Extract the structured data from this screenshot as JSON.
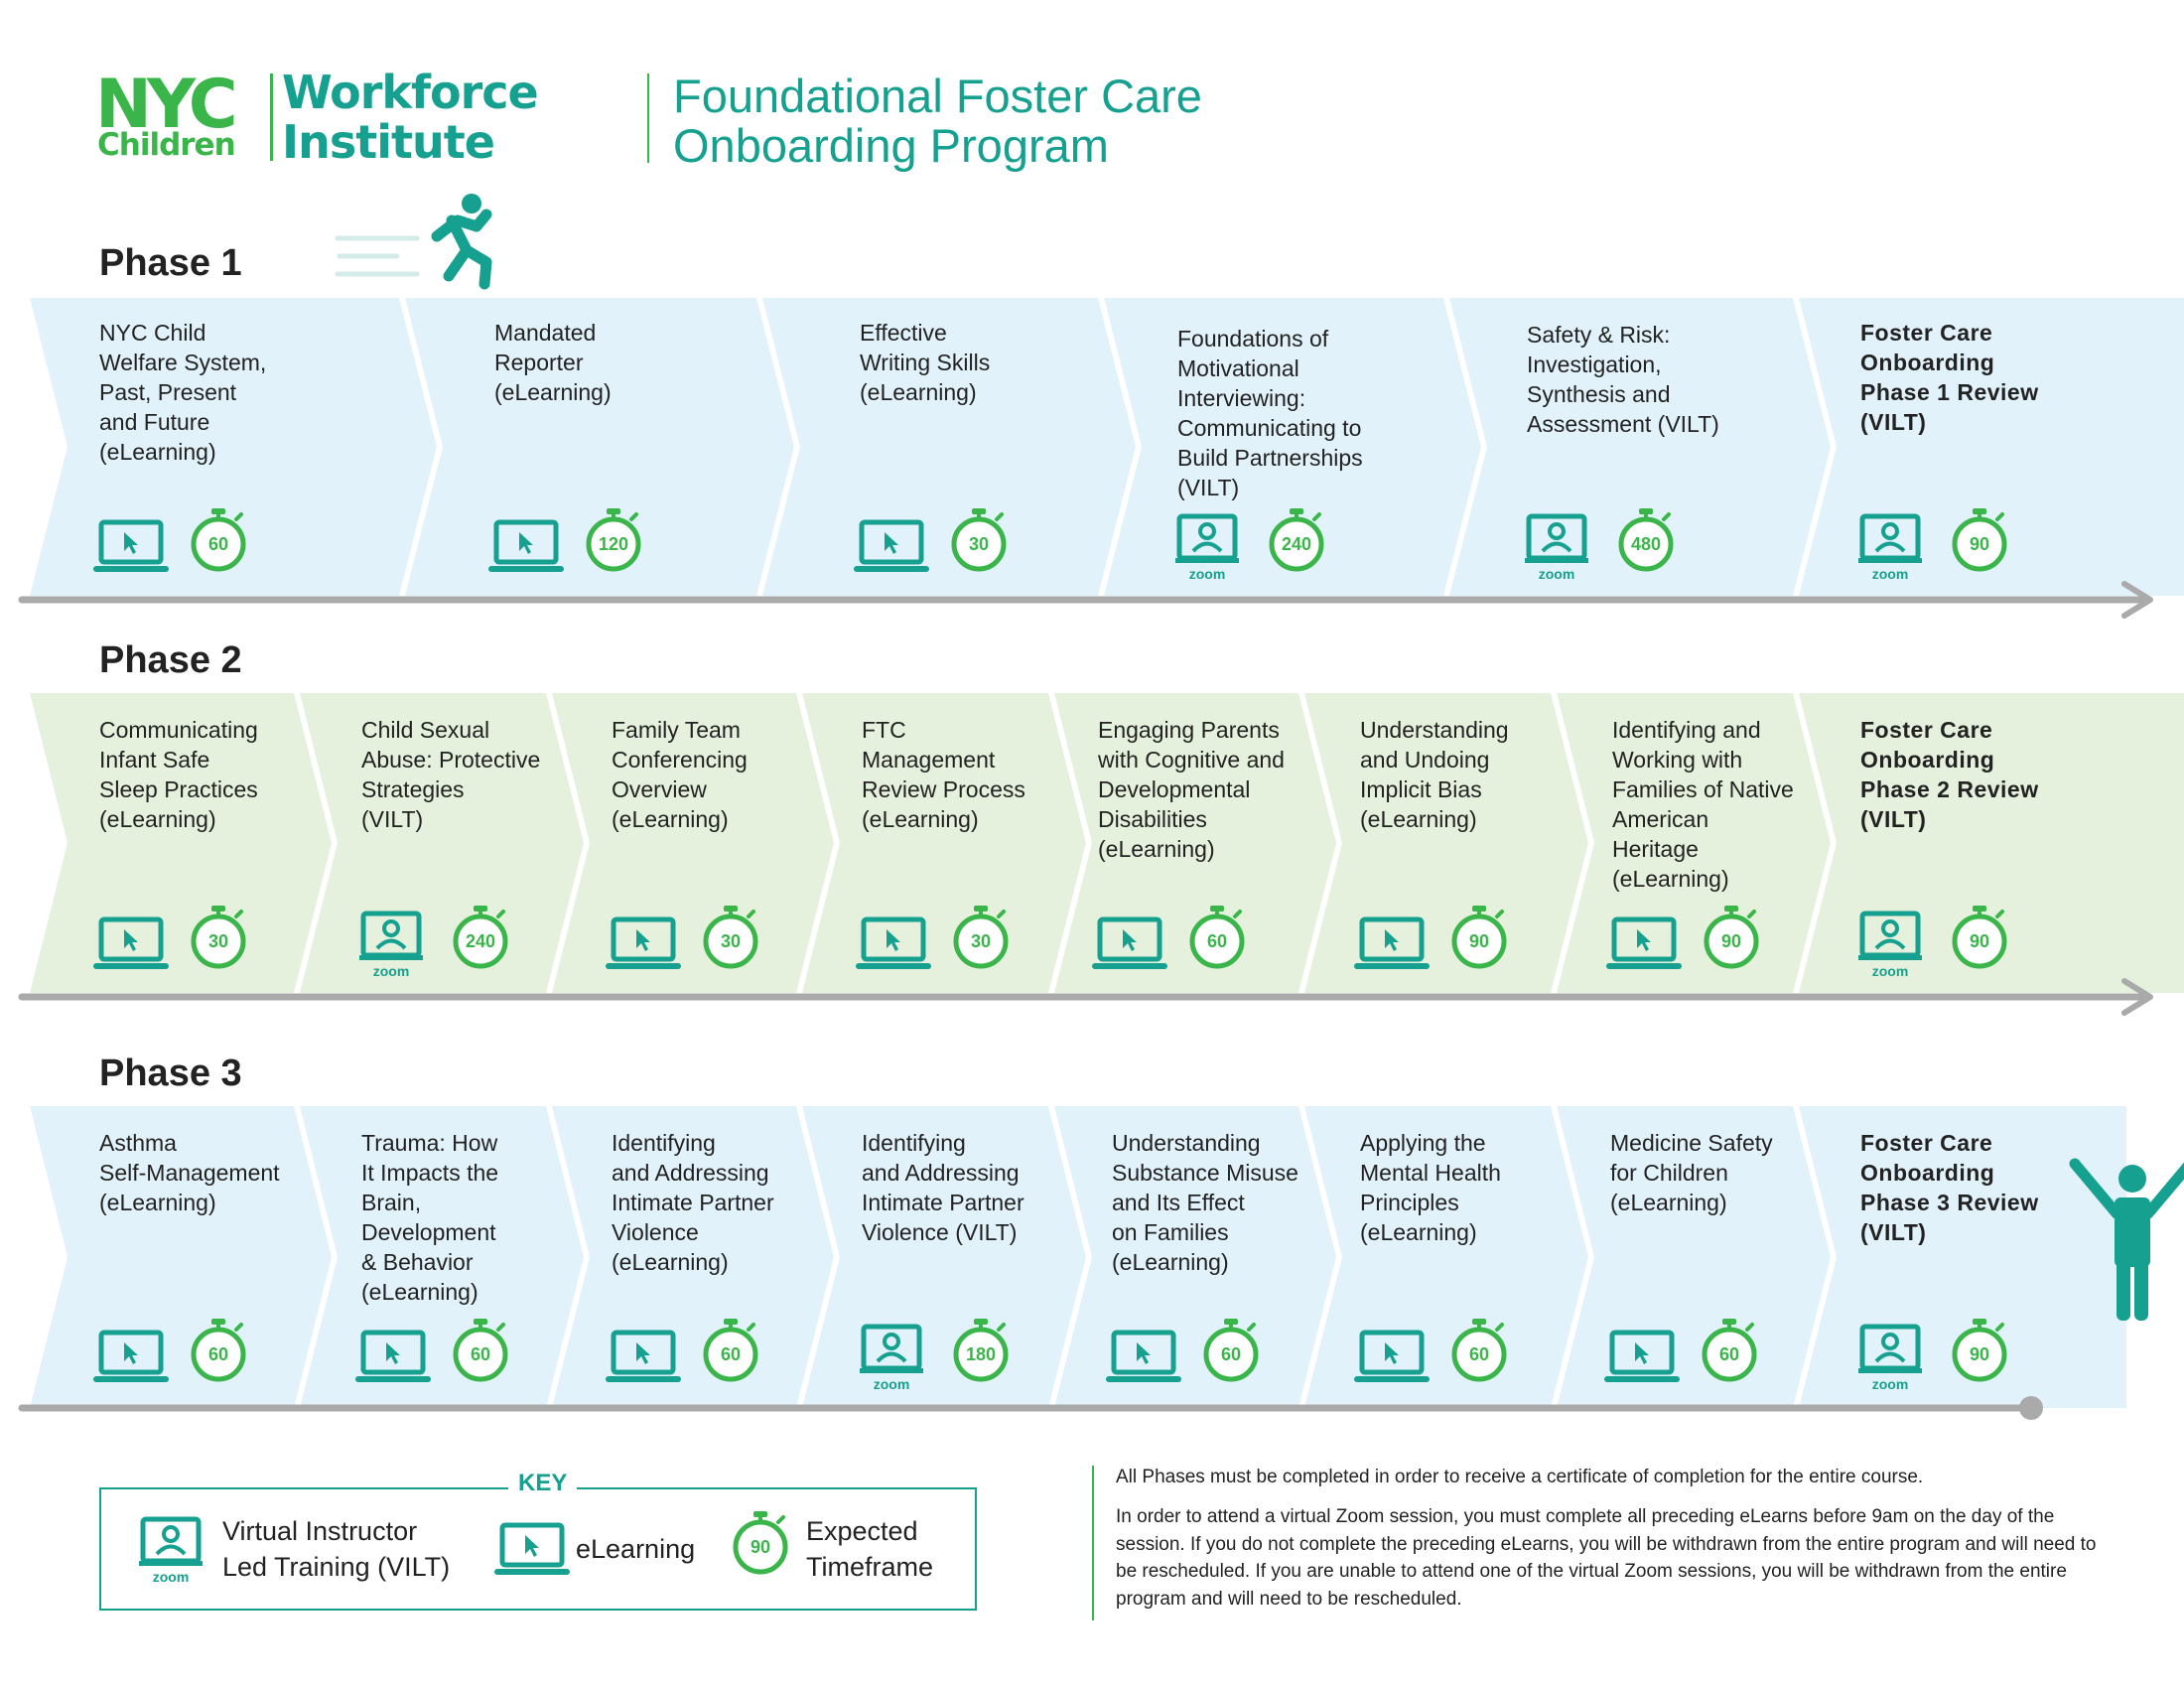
{
  "logo": {
    "nyc": "NYC",
    "children": "Children",
    "workforce": "Workforce",
    "institute": "Institute"
  },
  "title": [
    "Foundational Foster Care",
    "Onboarding Program"
  ],
  "phases": [
    {
      "label": "Phase 1",
      "color": "#e2f2fb",
      "courses": [
        {
          "text": "NYC Child\nWelfare System,\nPast, Present\nand Future\n(eLearning)",
          "type": "elearning",
          "minutes": "60",
          "bold": false
        },
        {
          "text": "Mandated\nReporter\n(eLearning)",
          "type": "elearning",
          "minutes": "120",
          "bold": false
        },
        {
          "text": "Effective\nWriting Skills\n(eLearning)",
          "type": "elearning",
          "minutes": "30",
          "bold": false
        },
        {
          "text": "Foundations of\nMotivational\nInterviewing:\nCommunicating to\nBuild Partnerships\n(VILT)",
          "type": "vilt",
          "minutes": "240",
          "bold": false
        },
        {
          "text": "Safety & Risk:\nInvestigation,\nSynthesis and\nAssessment (VILT)",
          "type": "vilt",
          "minutes": "480",
          "bold": false
        },
        {
          "text": "Foster Care\nOnboarding\nPhase 1 Review\n(VILT)",
          "type": "vilt",
          "minutes": "90",
          "bold": true
        }
      ]
    },
    {
      "label": "Phase 2",
      "color": "#e6f1dd",
      "courses": [
        {
          "text": "Communicating\nInfant Safe\nSleep Practices\n(eLearning)",
          "type": "elearning",
          "minutes": "30",
          "bold": false
        },
        {
          "text": "Child Sexual\nAbuse: Protective\nStrategies\n(VILT)",
          "type": "vilt",
          "minutes": "240",
          "bold": false
        },
        {
          "text": "Family Team\nConferencing\nOverview\n(eLearning)",
          "type": "elearning",
          "minutes": "30",
          "bold": false
        },
        {
          "text": "FTC\nManagement\nReview Process\n(eLearning)",
          "type": "elearning",
          "minutes": "30",
          "bold": false
        },
        {
          "text": "Engaging Parents\nwith Cognitive and\nDevelopmental\nDisabilities\n(eLearning)",
          "type": "elearning",
          "minutes": "60",
          "bold": false
        },
        {
          "text": "Understanding\nand Undoing\nImplicit Bias\n(eLearning)",
          "type": "elearning",
          "minutes": "90",
          "bold": false
        },
        {
          "text": "Identifying and\nWorking with\nFamilies of Native\nAmerican Heritage\n(eLearning)",
          "type": "elearning",
          "minutes": "90",
          "bold": false
        },
        {
          "text": "Foster Care\nOnboarding\nPhase 2 Review\n(VILT)",
          "type": "vilt",
          "minutes": "90",
          "bold": true
        }
      ]
    },
    {
      "label": "Phase 3",
      "color": "#e2f2fb",
      "courses": [
        {
          "text": "Asthma\nSelf-Management\n(eLearning)",
          "type": "elearning",
          "minutes": "60",
          "bold": false
        },
        {
          "text": "Trauma: How\nIt Impacts the\nBrain, Development\n& Behavior\n(eLearning)",
          "type": "elearning",
          "minutes": "60",
          "bold": false
        },
        {
          "text": "Identifying\nand Addressing\nIntimate Partner\nViolence\n(eLearning)",
          "type": "elearning",
          "minutes": "60",
          "bold": false
        },
        {
          "text": "Identifying\nand Addressing\nIntimate Partner\nViolence (VILT)",
          "type": "vilt",
          "minutes": "180",
          "bold": false
        },
        {
          "text": "Understanding\nSubstance Misuse\nand Its Effect\non Families\n(eLearning)",
          "type": "elearning",
          "minutes": "60",
          "bold": false
        },
        {
          "text": "Applying the\nMental Health\nPrinciples\n(eLearning)",
          "type": "elearning",
          "minutes": "60",
          "bold": false
        },
        {
          "text": "Medicine Safety\nfor Children\n(eLearning)",
          "type": "elearning",
          "minutes": "60",
          "bold": false
        },
        {
          "text": "Foster Care\nOnboarding\nPhase 3 Review\n(VILT)",
          "type": "vilt",
          "minutes": "90",
          "bold": true
        }
      ]
    }
  ],
  "zoom_label": "zoom",
  "key": {
    "title": "KEY",
    "vilt": "Virtual Instructor\nLed Training (VILT)",
    "elearning": "eLearning",
    "timeframe": "Expected\nTimeframe",
    "timeframe_minutes": "90"
  },
  "notes": [
    "All Phases must be completed in order to receive a certificate of completion for the entire course.",
    "In order to attend a virtual Zoom session, you must complete all preceding eLearns before 9am on the day of the session. If you do not complete the preceding eLearns, you will be withdrawn from the entire program and will need to be rescheduled. If you are unable to attend one of the virtual Zoom sessions, you will be withdrawn from the entire program and will need to be rescheduled."
  ],
  "colors": {
    "teal": "#15a08f",
    "green": "#3ab54a",
    "gray": "#aaaaaa"
  }
}
